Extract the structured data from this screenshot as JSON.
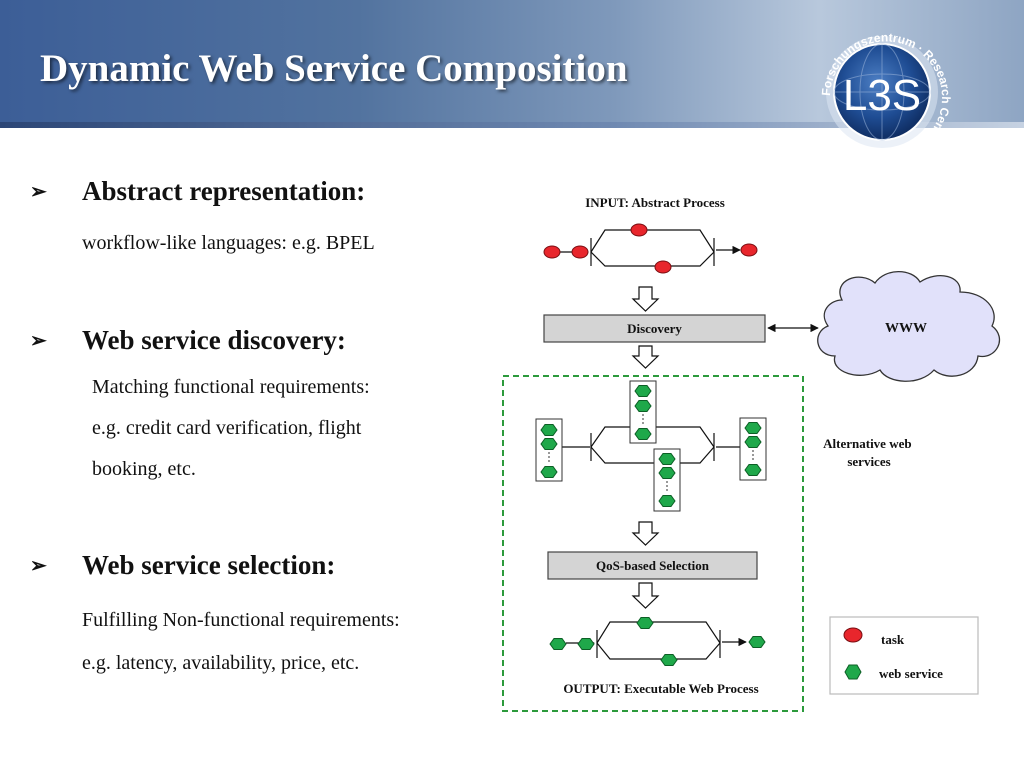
{
  "slide": {
    "title": "Dynamic Web Service Composition",
    "logo": {
      "text": "L3S",
      "ring_text": "Forschungszentrum · Research Center"
    }
  },
  "bullets": [
    {
      "marker": "➢",
      "heading": "Abstract representation:",
      "lines": [
        "workflow-like languages: e.g. BPEL"
      ]
    },
    {
      "marker": "➢",
      "heading": "Web service discovery:",
      "lines": [
        "Matching functional requirements:",
        "e.g. credit card verification, flight",
        "booking, etc."
      ]
    },
    {
      "marker": "➢",
      "heading": "Web service selection:",
      "lines": [
        "Fulfilling Non-functional requirements:",
        "e.g. latency, availability, price, etc."
      ]
    }
  ],
  "diagram": {
    "input_label": "INPUT:  Abstract Process",
    "discovery_label": "Discovery",
    "www_label": "WWW",
    "alternatives_label": [
      "Alternative web",
      "services"
    ],
    "selection_label": "QoS-based Selection",
    "output_label": "OUTPUT:  Executable Web Process",
    "legend": {
      "task_label": "task",
      "service_label": "web service"
    },
    "colors": {
      "task": "#e8262c",
      "service": "#1fa84a",
      "dashed_border": "#2c9a3c",
      "box_fill": "#d4d4d4",
      "cloud_fill": "#e1e1fa"
    }
  }
}
